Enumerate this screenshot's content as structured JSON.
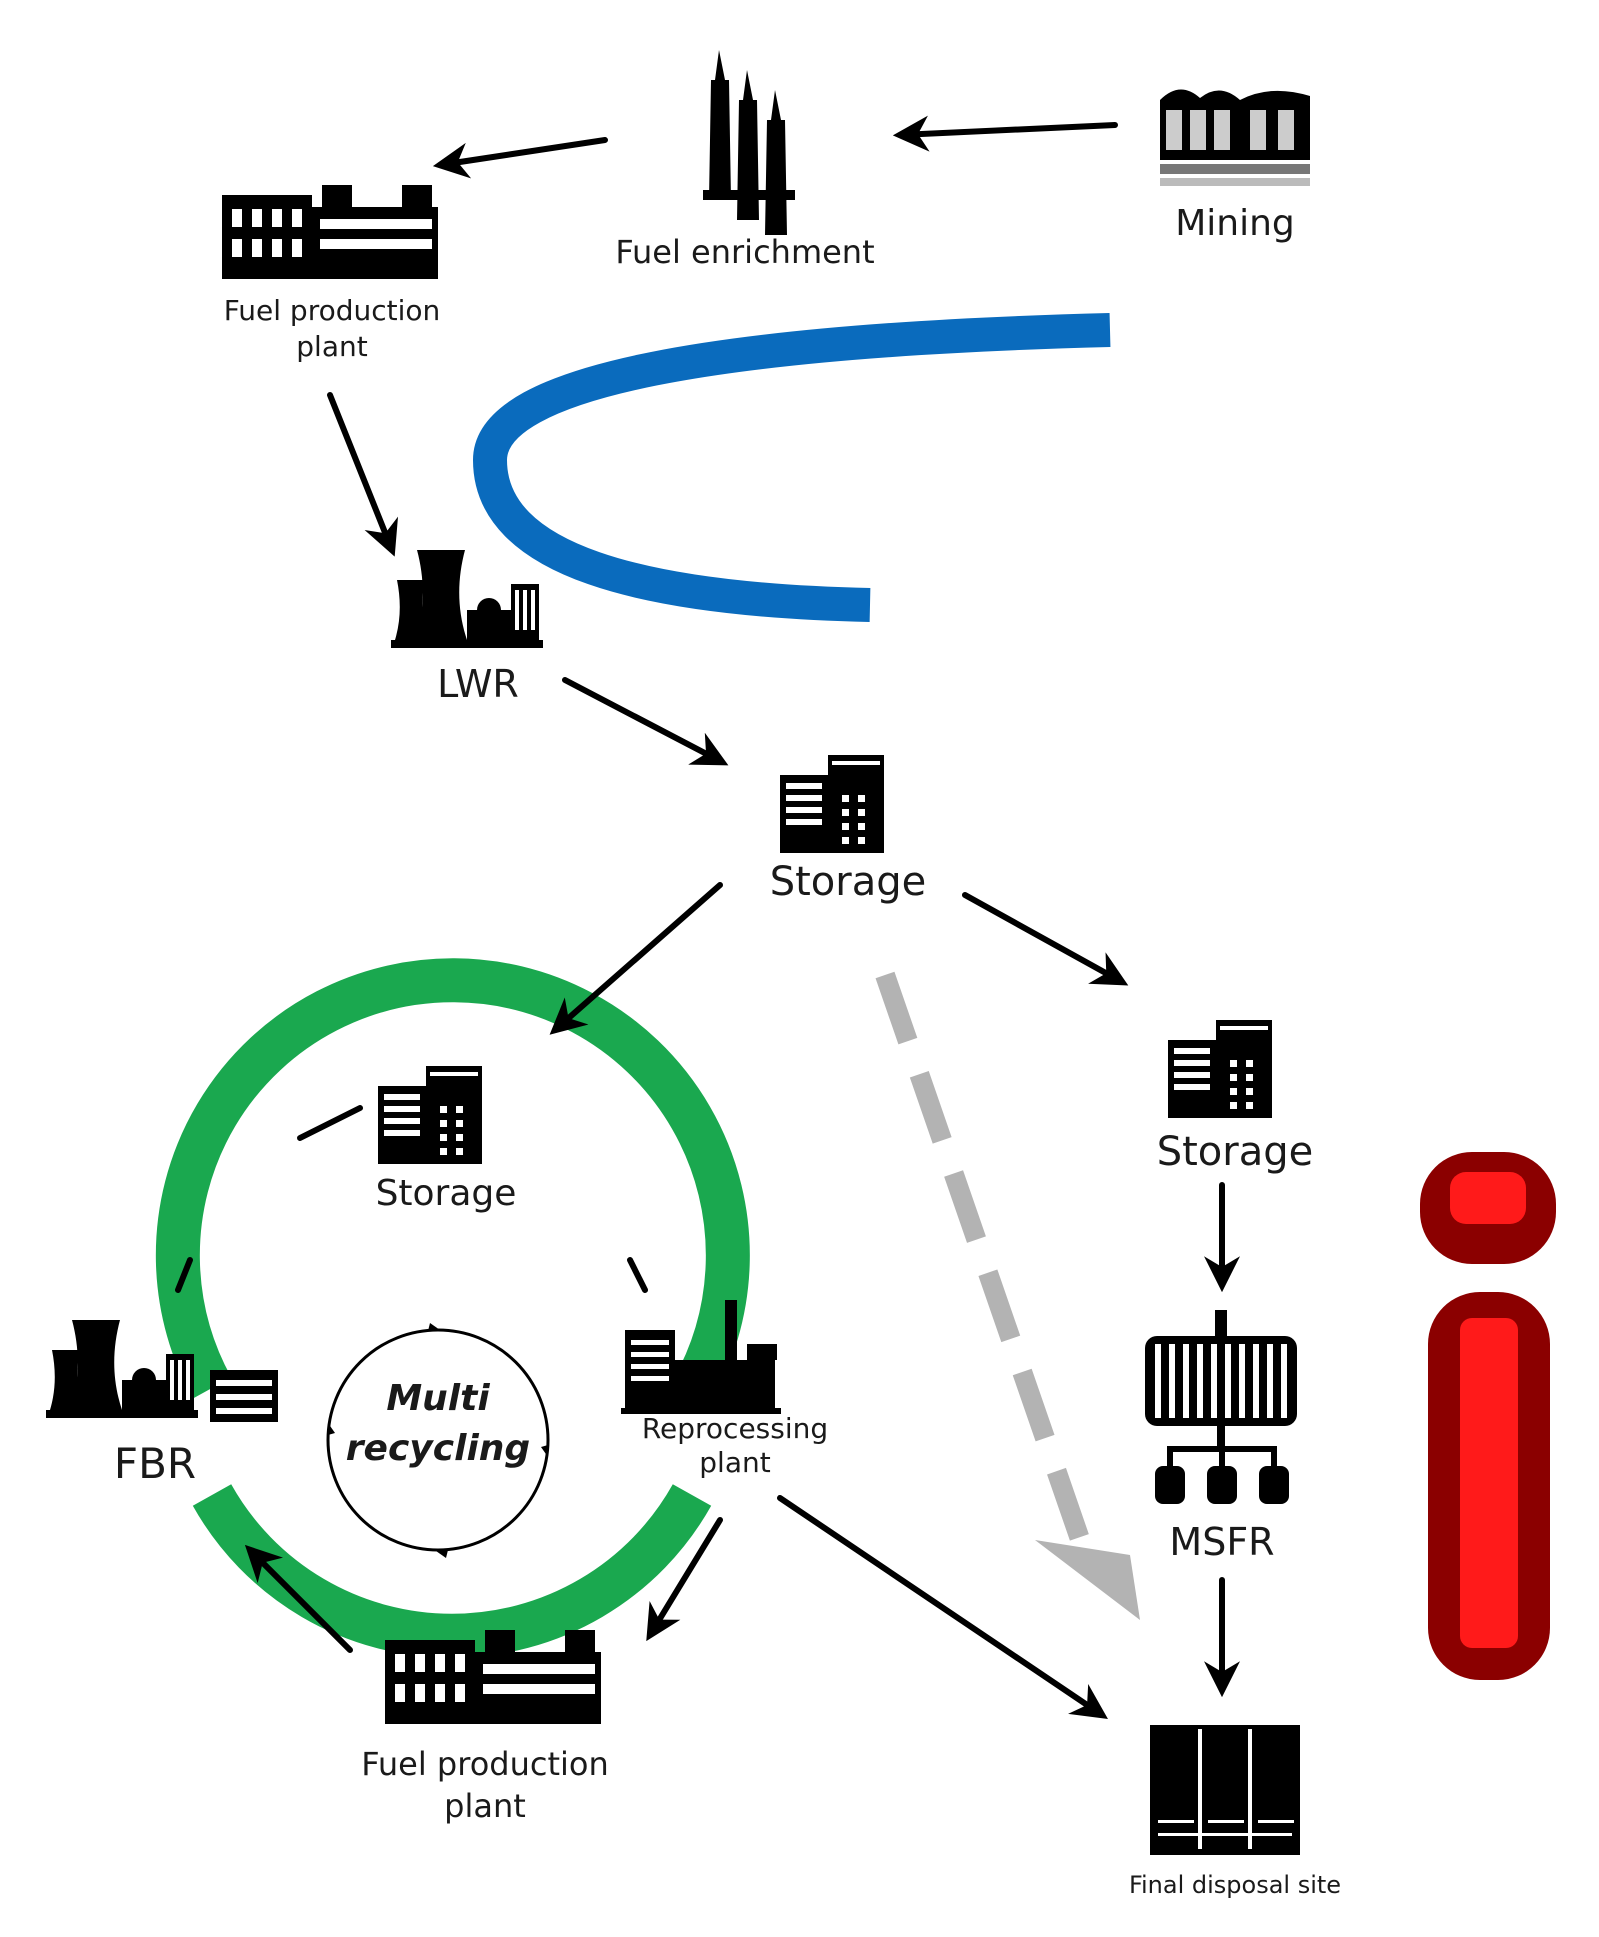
{
  "labels": {
    "mining": "Mining",
    "fuel_enrichment": "Fuel enrichment",
    "fuel_production_top_1": "Fuel production",
    "fuel_production_top_2": "plant",
    "lwr": "LWR",
    "storage_center": "Storage",
    "storage_ring": "Storage",
    "storage_right": "Storage",
    "fbr": "FBR",
    "multi": "Multi",
    "recycling": "recycling",
    "reprocessing_1": "Reprocessing",
    "reprocessing_2": "plant",
    "fuel_production_bottom_1": "Fuel production",
    "fuel_production_bottom_2": "plant",
    "msfr": "MSFR",
    "final_disposal": "Final disposal site"
  },
  "colors": {
    "open_cycle_arc": "#0a6bbd",
    "multi_recycling_ring": "#1aa84f",
    "dashed_path": "#b3b3b3",
    "info_outer": "#8b0000",
    "info_inner": "#ff1a1a",
    "icons": "#000000"
  },
  "icons": [
    "mining-icon",
    "enrichment-icon",
    "factory-icon",
    "reactor-icon",
    "storage-icon",
    "reprocessing-icon",
    "msfr-icon",
    "disposal-icon",
    "info-icon"
  ]
}
